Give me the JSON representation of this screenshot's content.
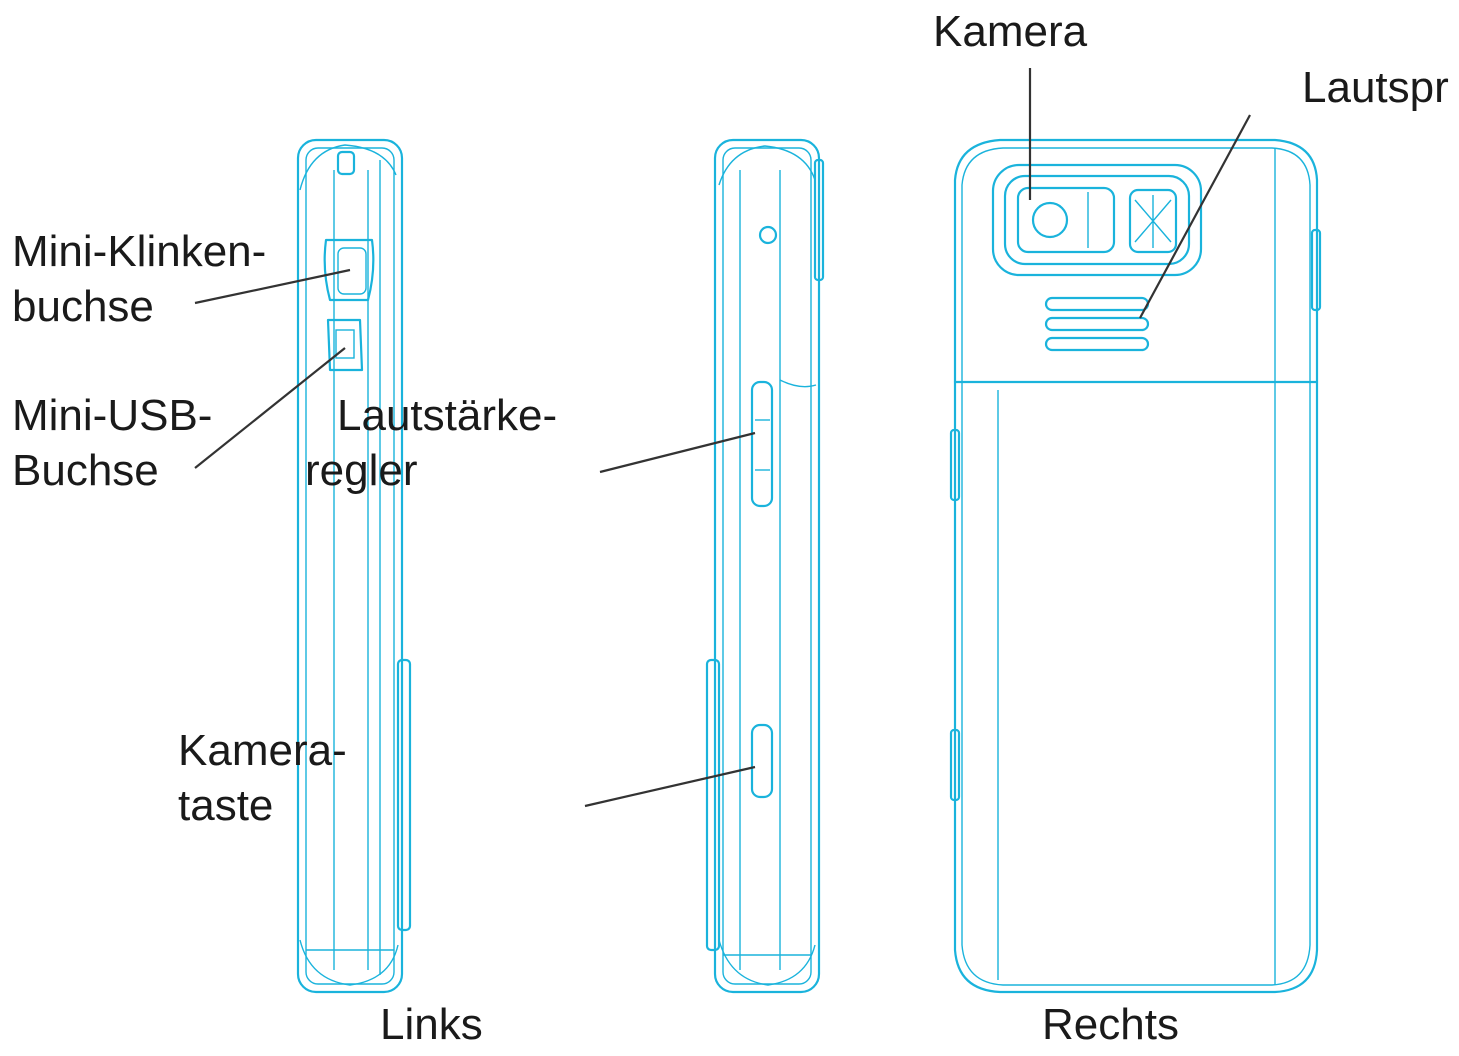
{
  "diagram": {
    "stroke_color": "#1ab3dc",
    "leader_color": "#333333",
    "text_color": "#1a1a1a",
    "labels": {
      "kamera": "Kamera",
      "lautsprecher": "Lautspr",
      "mini_klinken_line1": "Mini-Klinken-",
      "mini_klinken_line2": "buchse",
      "mini_usb_line1": "Mini-USB-",
      "mini_usb_line2": "Buchse",
      "lautstaerke_line1": "Lautstärke-",
      "lautstaerke_line2": "regler",
      "kamerataste_line1": "Kamera-",
      "kamerataste_line2": "taste",
      "links": "Links",
      "rechts": "Rechts"
    }
  }
}
